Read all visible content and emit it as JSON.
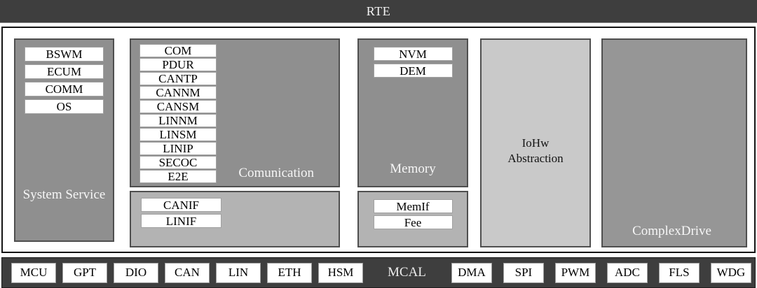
{
  "title_bar": {
    "label": "RTE"
  },
  "colors": {
    "bar_dark": "#3e3e3e",
    "block_gray": "#8f8f8f",
    "block_light_gray": "#b3b3b3",
    "iohw_gray": "#c9c9c9",
    "chip_white": "#ffffff",
    "frame_border": "#141414"
  },
  "blocks": {
    "system_service": {
      "label": "System Service",
      "modules": [
        "BSWM",
        "ECUM",
        "COMM",
        "OS"
      ]
    },
    "communication": {
      "label": "Comunication",
      "modules": [
        "COM",
        "PDUR",
        "CANTP",
        "CANNM",
        "CANSM",
        "LINNM",
        "LINSM",
        "LINIP",
        "SECOC",
        "E2E"
      ]
    },
    "communication_if": {
      "modules": [
        "CANIF",
        "LINIF"
      ]
    },
    "memory": {
      "label": "Memory",
      "modules": [
        "NVM",
        "DEM"
      ]
    },
    "memory_if": {
      "modules": [
        "MemIf",
        "Fee"
      ]
    },
    "iohw_abstraction": {
      "label_line1": "IoHw",
      "label_line2": "Abstraction"
    },
    "complex_drive": {
      "label": "ComplexDrive"
    }
  },
  "mcal_bar": {
    "label": "MCAL",
    "left_modules": [
      "MCU",
      "GPT",
      "DIO",
      "CAN",
      "LIN",
      "ETH",
      "HSM"
    ],
    "right_modules": [
      "DMA",
      "SPI",
      "PWM",
      "ADC",
      "FLS",
      "WDG"
    ]
  }
}
